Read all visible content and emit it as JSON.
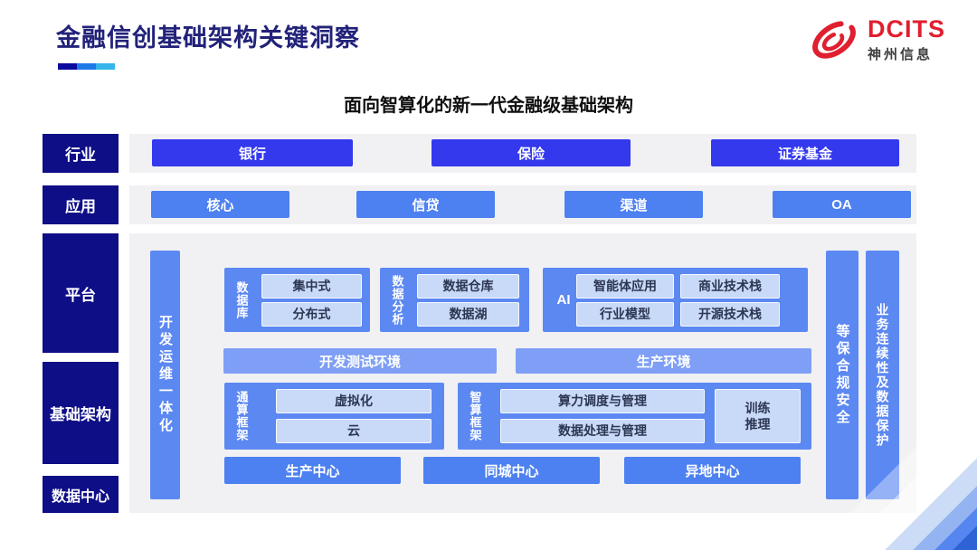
{
  "header": {
    "title": "金融信创基础架构关键洞察",
    "underline_colors": [
      "#0a0a9e",
      "#1d79e8",
      "#35b5ea"
    ],
    "logo": {
      "brand": "DCITS",
      "company": "神州信息"
    }
  },
  "diagram": {
    "subtitle": "面向智算化的新一代金融级基础架构",
    "row_labels": [
      "行业",
      "应用",
      "平台",
      "基础架构",
      "数据中心"
    ],
    "industry": {
      "items": [
        "银行",
        "保险",
        "证券基金"
      ]
    },
    "application": {
      "items": [
        "核心",
        "信贷",
        "渠道",
        "OA"
      ]
    },
    "platform": {
      "devops": "开发运维一体化",
      "database": {
        "label": "数据库",
        "items": [
          "集中式",
          "分布式"
        ]
      },
      "analytics": {
        "label": "数据分析",
        "items": [
          "数据仓库",
          "数据湖"
        ]
      },
      "ai": {
        "label": "AI",
        "items": [
          "智能体应用",
          "商业技术栈",
          "行业模型",
          "开源技术栈"
        ]
      },
      "environments": [
        "开发测试环境",
        "生产环境"
      ],
      "general": {
        "label": "通算框架",
        "items": [
          "虚拟化",
          "云"
        ]
      },
      "intelligent": {
        "label": "智算框架",
        "items": [
          "算力调度与管理",
          "数据处理与管理",
          "训练\n推理"
        ]
      },
      "datacenters": [
        "生产中心",
        "同城中心",
        "异地中心"
      ]
    },
    "right_bars": [
      "等保合规安全",
      "业务连续性及数据保护"
    ]
  },
  "colors": {
    "accent_dark_navy": "#0e0e87",
    "accent_indigo": "#3439ee",
    "accent_blue": "#4d80f0",
    "accent_soft_blue": "#5c88f2",
    "accent_env_blue": "#7e9ff5",
    "pill_blue": "#c9d9f8",
    "panel_gray": "#f1f1f3",
    "brand_red": "#e01f2f",
    "title_navy": "#22227a"
  }
}
